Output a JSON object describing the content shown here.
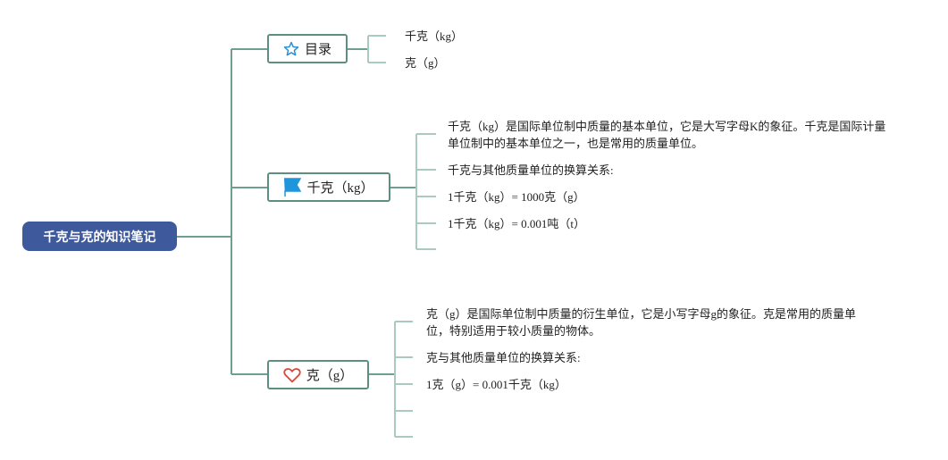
{
  "root": {
    "label": "千克与克的知识笔记"
  },
  "branches": [
    {
      "label": "目录",
      "icon": "star-icon",
      "children": [
        "千克（kg）",
        "克（g）"
      ]
    },
    {
      "label": "千克（kg）",
      "icon": "flag-icon",
      "children": [
        "千克（kg）是国际单位制中质量的基本单位，它是大写字母K的象征。千克是国际计量单位制中的基本单位之一，也是常用的质量单位。",
        "千克与其他质量单位的换算关系:",
        "1千克（kg）= 1000克（g）",
        "1千克（kg）= 0.001吨（t）",
        ""
      ]
    },
    {
      "label": "克（g）",
      "icon": "heart-icon",
      "children": [
        "克（g）是国际单位制中质量的衍生单位，它是小写字母g的象征。克是常用的质量单位，特别适用于较小质量的物体。",
        "克与其他质量单位的换算关系:",
        "1克（g）= 0.001千克（kg）",
        "",
        ""
      ]
    }
  ],
  "colors": {
    "root": "#3f5a9c",
    "line": "#6f9f91",
    "leaf_line": "#a9cbbf",
    "star": "#2a8fd6",
    "flag": "#1f95dc",
    "heart": "#d9463a"
  }
}
